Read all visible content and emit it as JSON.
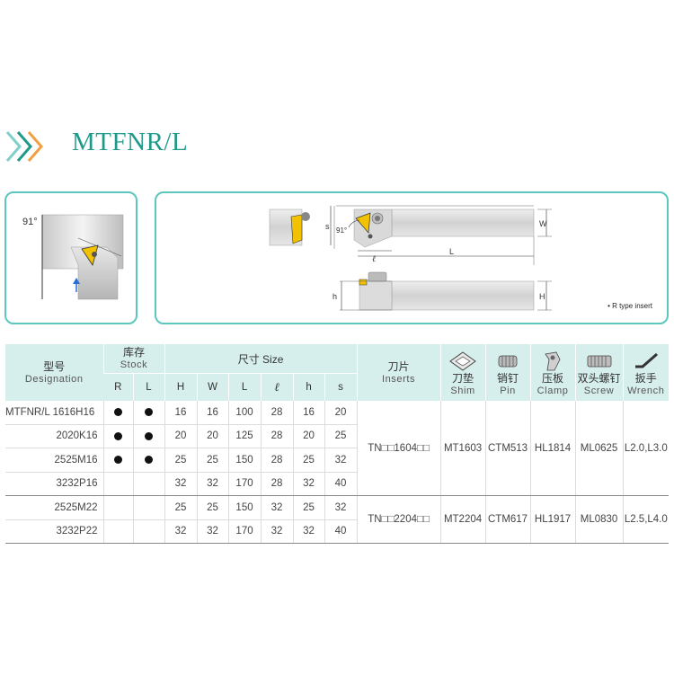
{
  "header": {
    "title": "MTFNR/L"
  },
  "diagram": {
    "angle_left": "91°",
    "angle_right": "91°",
    "dim_s": "s",
    "dim_w": "W",
    "dim_l_small": "ℓ",
    "dim_L": "L",
    "dim_h": "h",
    "dim_H": "H",
    "note": "• R type insert"
  },
  "table": {
    "designation": {
      "cn": "型号",
      "en": "Designation"
    },
    "stock": {
      "cn": "库存",
      "en": "Stock",
      "r": "R",
      "l": "L"
    },
    "size": {
      "label": "尺寸 Size",
      "cols": [
        "H",
        "W",
        "L",
        "ℓ",
        "h",
        "s"
      ]
    },
    "inserts": {
      "cn": "刀片",
      "en": "Inserts"
    },
    "shim": {
      "cn": "刀垫",
      "en": "Shim"
    },
    "pin": {
      "cn": "销钉",
      "en": "Pin"
    },
    "clamp": {
      "cn": "压板",
      "en": "Clamp"
    },
    "screw": {
      "cn": "双头螺钉",
      "en": "Screw"
    },
    "wrench": {
      "cn": "扳手",
      "en": "Wrench"
    },
    "groups": [
      {
        "insert": "TN□□1604□□",
        "shim": "MT1603",
        "pin": "CTM513",
        "clamp": "HL1814",
        "screw": "ML0625",
        "wrench": "L2.0,L3.0",
        "rows": [
          {
            "designation": "MTFNR/L 1616H16",
            "stock_r": true,
            "stock_l": true,
            "H": "16",
            "W": "16",
            "L": "100",
            "l": "28",
            "h": "16",
            "s": "20"
          },
          {
            "designation": "2020K16",
            "stock_r": true,
            "stock_l": true,
            "H": "20",
            "W": "20",
            "L": "125",
            "l": "28",
            "h": "20",
            "s": "25"
          },
          {
            "designation": "2525M16",
            "stock_r": true,
            "stock_l": true,
            "H": "25",
            "W": "25",
            "L": "150",
            "l": "28",
            "h": "25",
            "s": "32"
          },
          {
            "designation": "3232P16",
            "stock_r": false,
            "stock_l": false,
            "H": "32",
            "W": "32",
            "L": "170",
            "l": "28",
            "h": "32",
            "s": "40"
          }
        ]
      },
      {
        "insert": "TN□□2204□□",
        "shim": "MT2204",
        "pin": "CTM617",
        "clamp": "HL1917",
        "screw": "ML0830",
        "wrench": "L2.5,L4.0",
        "rows": [
          {
            "designation": "2525M22",
            "stock_r": false,
            "stock_l": false,
            "H": "25",
            "W": "25",
            "L": "150",
            "l": "32",
            "h": "25",
            "s": "32"
          },
          {
            "designation": "3232P22",
            "stock_r": false,
            "stock_l": false,
            "H": "32",
            "W": "32",
            "L": "170",
            "l": "32",
            "h": "32",
            "s": "40"
          }
        ]
      }
    ]
  },
  "colors": {
    "accent": "#1f9a8a",
    "border": "#5cc6bf",
    "header_bg": "#d6eeec",
    "insert_yellow": "#f2c200"
  }
}
